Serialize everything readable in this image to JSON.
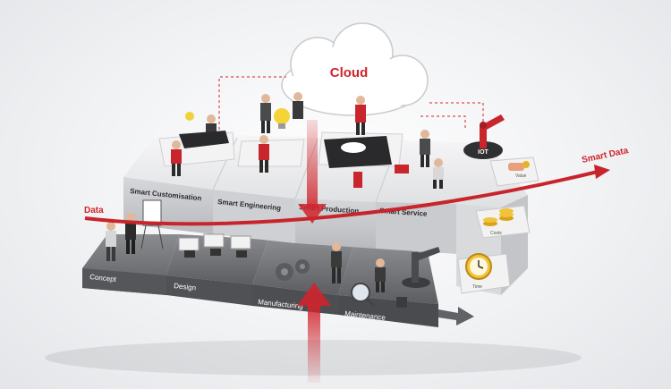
{
  "cloud": {
    "label": "Cloud"
  },
  "flows": {
    "data_label": "Data",
    "smart_data_label": "Smart Data"
  },
  "top_modules": [
    {
      "label": "Smart Customisation"
    },
    {
      "label": "Smart Engineering"
    },
    {
      "label": "Smart Production"
    },
    {
      "label": "Smart Service"
    }
  ],
  "bottom_modules": [
    {
      "label": "Concept"
    },
    {
      "label": "Design"
    },
    {
      "label": "Manufacturing"
    },
    {
      "label": "Maintenance"
    }
  ],
  "iot": {
    "label": "IOT"
  },
  "side_tiles": [
    {
      "label": "Value"
    },
    {
      "label": "Costs"
    },
    {
      "label": "Time"
    }
  ],
  "colors": {
    "accent": "#d0242b",
    "platform_top": "#e6e7e9",
    "platform_bottom": "#6c6d70",
    "dark": "#3a3b3d"
  }
}
